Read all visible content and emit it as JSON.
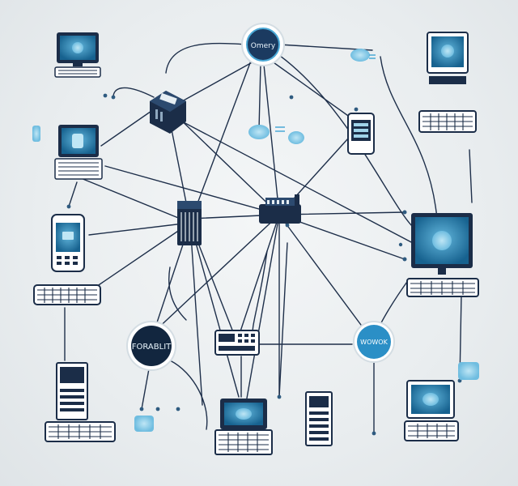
{
  "diagram": {
    "background": "#eceff1",
    "colors": {
      "line": "#1e2f4a",
      "device_dark": "#1b2d48",
      "screen": "#1f7cb0",
      "screen_glow": "#63b7dd",
      "accent_blue": "#4aa8d6",
      "light_blue": "#9fd3ea",
      "badge_fill": "#ffffff"
    },
    "labels": {
      "top": "Omery",
      "left": "FORABLIT",
      "right": "WOWOK"
    },
    "devices": [
      {
        "kind": "desktop",
        "name": "desktop-top-left"
      },
      {
        "kind": "laptop",
        "name": "laptop-left"
      },
      {
        "kind": "phone",
        "name": "phone-left"
      },
      {
        "kind": "keyboard",
        "name": "keyboard-left"
      },
      {
        "kind": "pc-tower",
        "name": "pc-tower-bottom-left"
      },
      {
        "kind": "laptop",
        "name": "laptop-bottom-center"
      },
      {
        "kind": "server-tower",
        "name": "server-tower-bottom"
      },
      {
        "kind": "laptop",
        "name": "laptop-bottom-right"
      },
      {
        "kind": "monitor",
        "name": "monitor-right"
      },
      {
        "kind": "desktop",
        "name": "desktop-top-right"
      },
      {
        "kind": "phone",
        "name": "phone-top-right"
      },
      {
        "kind": "server",
        "name": "server-cube"
      },
      {
        "kind": "server",
        "name": "hub-left"
      },
      {
        "kind": "router",
        "name": "router-center"
      },
      {
        "kind": "calculator",
        "name": "calculator-center"
      }
    ]
  }
}
